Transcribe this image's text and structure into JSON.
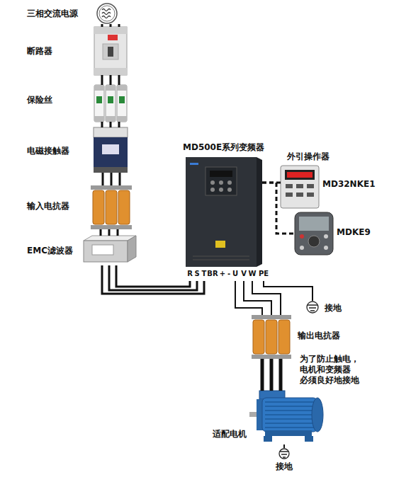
{
  "diagram": {
    "nodes": [
      {
        "text": [
          "三相交流电源"
        ]
      },
      {
        "text": [
          "断路器"
        ]
      },
      {
        "text": [
          "保险丝"
        ]
      },
      {
        "text": [
          "电磁接触器"
        ]
      },
      {
        "text": [
          "输入电抗器"
        ]
      },
      {
        "text": [
          "EMC滤波器"
        ]
      },
      {
        "text": [
          "MD500E系列变频器"
        ]
      },
      {
        "text": [
          "MD32NKE1"
        ]
      },
      {
        "text": [
          "MDKE9"
        ]
      },
      {
        "text": [
          "接地"
        ]
      },
      {
        "text": [
          "输出电抗器"
        ]
      },
      {
        "text": [
          "适配电机"
        ]
      },
      {
        "text": [
          "接地"
        ]
      }
    ],
    "edges": [
      {
        "from": 0,
        "to": 1,
        "arrow": "none"
      },
      {
        "from": 1,
        "to": 2,
        "arrow": "none"
      },
      {
        "from": 2,
        "to": 3,
        "arrow": "none"
      },
      {
        "from": 3,
        "to": 4,
        "arrow": "none"
      },
      {
        "from": 4,
        "to": 5,
        "arrow": "none"
      },
      {
        "from": 5,
        "to": 6,
        "arrow": "none"
      },
      {
        "from": 6,
        "to": 7,
        "arrow": "none"
      },
      {
        "from": 6,
        "to": 8,
        "arrow": "none"
      },
      {
        "from": 6,
        "to": 9,
        "arrow": "none"
      },
      {
        "from": 6,
        "to": 10,
        "arrow": "none"
      },
      {
        "from": 10,
        "to": 11,
        "arrow": "none"
      },
      {
        "from": 11,
        "to": 12,
        "arrow": "none"
      }
    ],
    "labels": [
      "外引操作器",
      "R",
      "S",
      "T",
      "BR",
      "+",
      "-",
      "U",
      "V",
      "W",
      "PE",
      "为了防止触电， 电机和变频器 必须良好地接地"
    ]
  }
}
